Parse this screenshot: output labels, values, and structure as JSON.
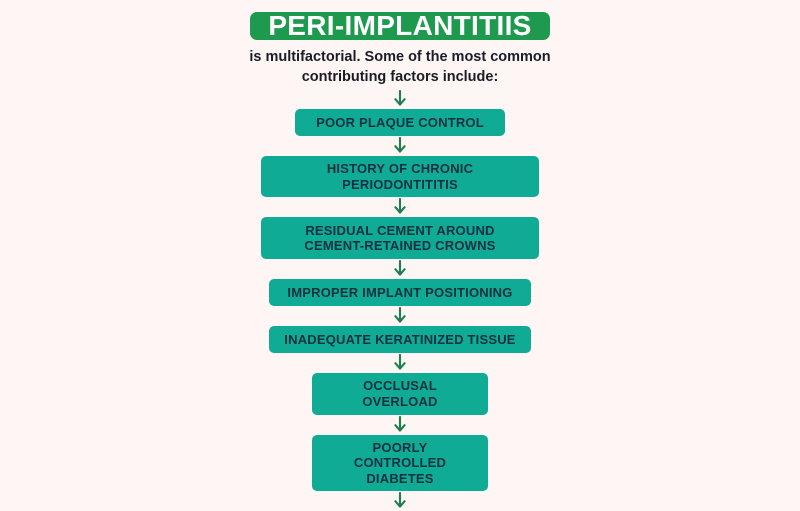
{
  "background_color": "#fdf6f4",
  "title": {
    "text": "PERI-IMPLANTITIIS",
    "banner_color": "#1d9a4e",
    "text_color": "#ffffff"
  },
  "subtitle": {
    "text": "is multifactorial. Some of the most common contributing factors include:",
    "text_color": "#1c1c26"
  },
  "arrow": {
    "icon": "arrow-down-icon",
    "color": "#1d7d4e"
  },
  "flow": {
    "box_color": "#10ab95",
    "box_text_color": "#11313f",
    "items": [
      {
        "label": "POOR PLAQUE CONTROL",
        "width_class": "w-210",
        "lines": 1
      },
      {
        "label": "HISTORY OF CHRONIC PERIODONTITITIS",
        "width_class": "w-278",
        "lines": 1
      },
      {
        "label": "RESIDUAL CEMENT AROUND\nCEMENT-RETAINED CROWNS",
        "width_class": "w-278",
        "lines": 2
      },
      {
        "label": "IMPROPER IMPLANT POSITIONING",
        "width_class": "w-262",
        "lines": 1
      },
      {
        "label": "INADEQUATE KERATINIZED TISSUE",
        "width_class": "w-262",
        "lines": 1
      },
      {
        "label": "OCCLUSAL OVERLOAD",
        "width_class": "w-176",
        "lines": 1
      },
      {
        "label": "POORLY CONTROLLED\nDIABETES",
        "width_class": "w-176",
        "lines": 2
      }
    ]
  }
}
